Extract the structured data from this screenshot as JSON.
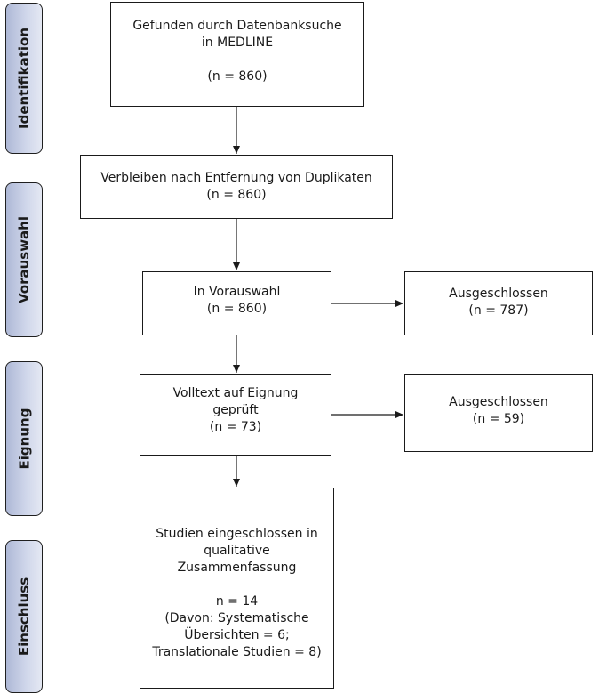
{
  "stages": {
    "identifikation": "Identifikation",
    "vorauswahl": "Vorauswahl",
    "eignung": "Eignung",
    "einschluss": "Einschluss"
  },
  "boxes": {
    "datenbanksuche": {
      "line1": "Gefunden durch Datenbanksuche",
      "line2": "in MEDLINE",
      "count": "(n = 860)"
    },
    "duplikate": {
      "line1": "Verbleiben nach Entfernung von Duplikaten",
      "count": "(n = 860)"
    },
    "vorauswahl": {
      "line1": "In Vorauswahl",
      "count": "(n = 860)"
    },
    "ausgeschlossen_1": {
      "line1": "Ausgeschlossen",
      "count": "(n = 787)"
    },
    "volltext": {
      "line1": "Volltext auf Eignung",
      "line2": "geprüft",
      "count": "(n = 73)"
    },
    "ausgeschlossen_2": {
      "line1": "Ausgeschlossen",
      "count": "(n = 59)"
    },
    "eingeschlossen": {
      "line1": "Studien eingeschlossen in",
      "line2": "qualitative",
      "line3": "Zusammenfassung",
      "count": "n = 14",
      "detail1": "(Davon: Systematische",
      "detail2": "Übersichten = 6;",
      "detail3": "Translationale Studien = 8)"
    }
  }
}
